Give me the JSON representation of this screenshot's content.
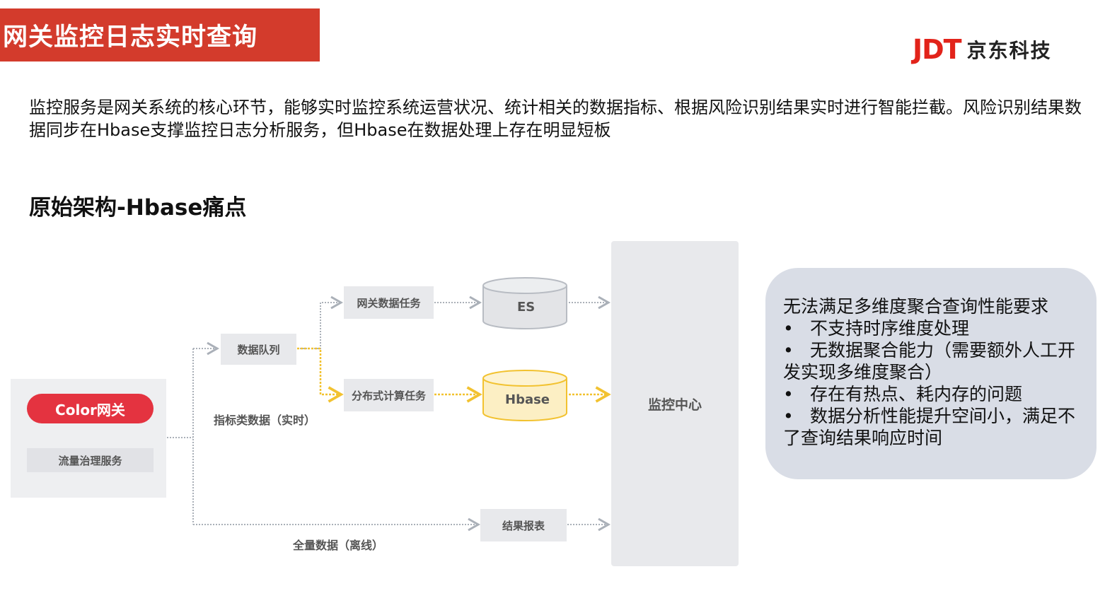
{
  "header": {
    "title": "网关监控日志实时查询",
    "logo_mark": "JDT",
    "logo_name": "京东科技"
  },
  "intro": "监控服务是网关系统的核心环节，能够实时监控系统运营状况、统计相关的数据指标、根据风险识别结果实时进行智能拦截。风险识别结果数据同步在Hbase支撑监控日志分析服务，但Hbase在数据处理上存在明显短板",
  "section_title": "原始架构-Hbase痛点",
  "diagram": {
    "source_primary": "Color网关",
    "source_secondary": "流量治理服务",
    "queue": "数据队列",
    "task_gateway": "网关数据任务",
    "task_distributed": "分布式计算任务",
    "store_es": "ES",
    "store_hbase": "Hbase",
    "report": "结果报表",
    "center": "监控中心",
    "label_realtime": "指标类数据（实时）",
    "label_offline": "全量数据（离线）"
  },
  "callout": {
    "heading": "无法满足多维度聚合查询性能要求",
    "bullet_char": "•",
    "items": [
      "不支持时序维度处理",
      "无数据聚合能力（需要额外人工开发实现多维度聚合）",
      "存在有热点、耗内存的问题",
      "数据分析性能提升空间小，满足不了查询结果响应时间"
    ]
  },
  "colors": {
    "title_bg": "#d33b2c",
    "brand_red": "#e2231a",
    "pill_red": "#e43340",
    "highlight_yellow": "#f2c230",
    "box_gray": "#e8e9ec",
    "callout_bg": "#d9dde6"
  }
}
